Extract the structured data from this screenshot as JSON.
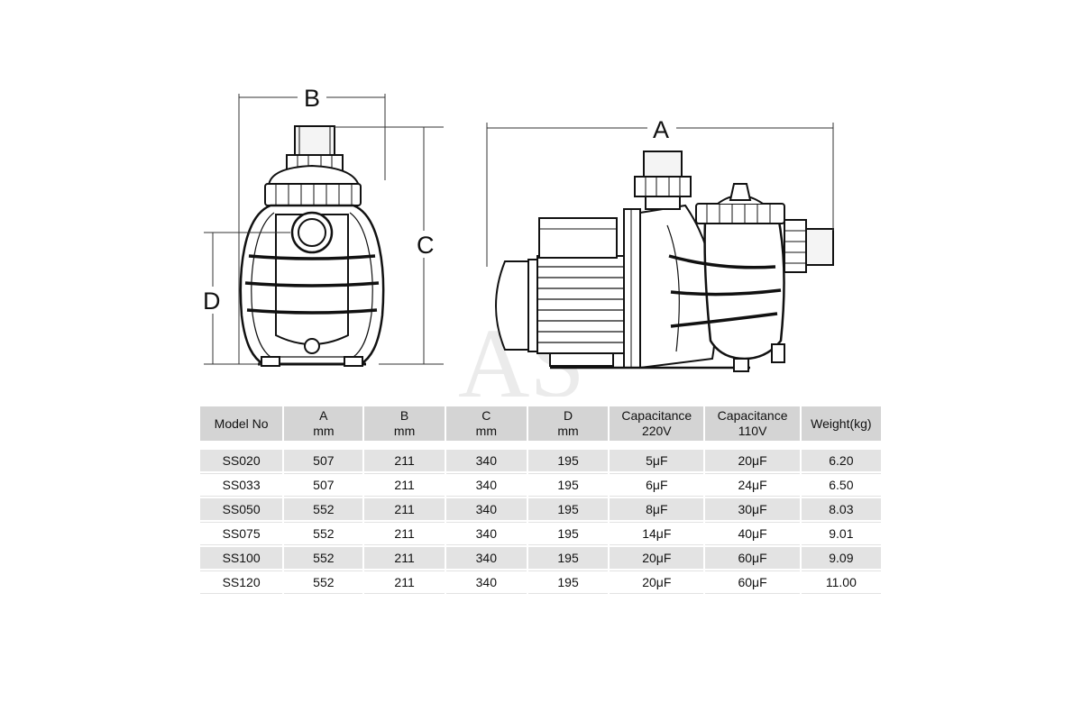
{
  "dimensions": {
    "a_label": "A",
    "b_label": "B",
    "c_label": "C",
    "d_label": "D"
  },
  "watermark": "AS",
  "table": {
    "headers": [
      {
        "line1": "Model No",
        "line2": ""
      },
      {
        "line1": "A",
        "line2": "mm"
      },
      {
        "line1": "B",
        "line2": "mm"
      },
      {
        "line1": "C",
        "line2": "mm"
      },
      {
        "line1": "D",
        "line2": "mm"
      },
      {
        "line1": "Capacitance",
        "line2": "220V"
      },
      {
        "line1": "Capacitance",
        "line2": "110V"
      },
      {
        "line1": "Weight(kg)",
        "line2": ""
      }
    ],
    "rows": [
      [
        "SS020",
        "507",
        "211",
        "340",
        "195",
        "5μF",
        "20μF",
        "6.20"
      ],
      [
        "SS033",
        "507",
        "211",
        "340",
        "195",
        "6μF",
        "24μF",
        "6.50"
      ],
      [
        "SS050",
        "552",
        "211",
        "340",
        "195",
        "8μF",
        "30μF",
        "8.03"
      ],
      [
        "SS075",
        "552",
        "211",
        "340",
        "195",
        "14μF",
        "40μF",
        "9.01"
      ],
      [
        "SS100",
        "552",
        "211",
        "340",
        "195",
        "20μF",
        "60μF",
        "9.09"
      ],
      [
        "SS120",
        "552",
        "211",
        "340",
        "195",
        "20μF",
        "60μF",
        "11.00"
      ]
    ]
  }
}
